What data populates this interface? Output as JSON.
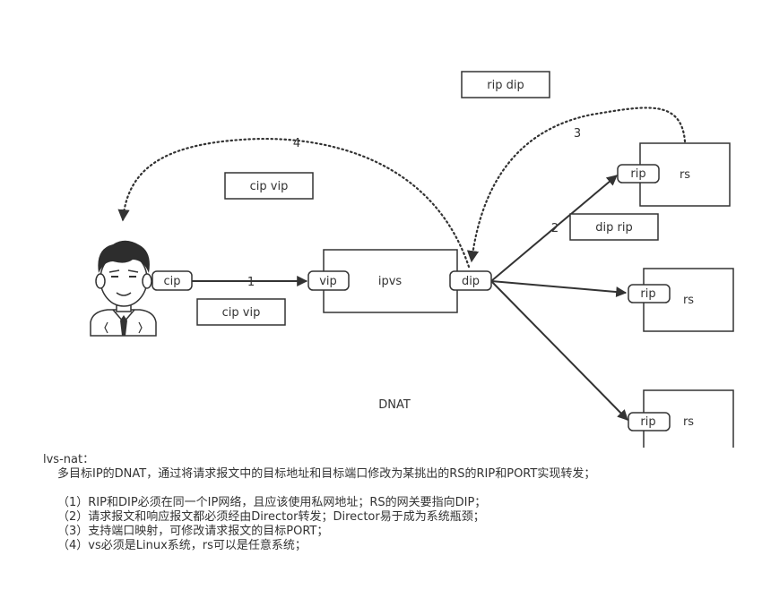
{
  "labels": {
    "cip": "cip",
    "vip_node": "vip",
    "ipvs": "ipvs",
    "dip_node": "dip",
    "rip_top": "rip",
    "rs_top": "rs",
    "rip_mid": "rip",
    "rs_mid": "rs",
    "rip_bottom": "rip",
    "rs_bottom": "rs",
    "packet_cip_vip_upper": "cip vip",
    "packet_cip_vip_lower": "cip vip",
    "packet_rip_dip": "rip dip",
    "packet_dip_rip": "dip rip",
    "step1": "1",
    "step2": "2",
    "step3": "3",
    "step4": "4",
    "dnat": "DNAT"
  },
  "notes": {
    "heading": "lvs-nat：",
    "summary": "多目标IP的DNAT，通过将请求报文中的目标地址和目标端口修改为某挑出的RS的RIP和PORT实现转发；",
    "items": [
      "（1）RIP和DIP必须在同一个IP网络，且应该使用私网地址；RS的网关要指向DIP；",
      "（2）请求报文和响应报文都必须经由Director转发；Director易于成为系统瓶颈；",
      "（3）支持端口映射，可修改请求报文的目标PORT；",
      "（4）vs必须是Linux系统，rs可以是任意系统；"
    ]
  }
}
